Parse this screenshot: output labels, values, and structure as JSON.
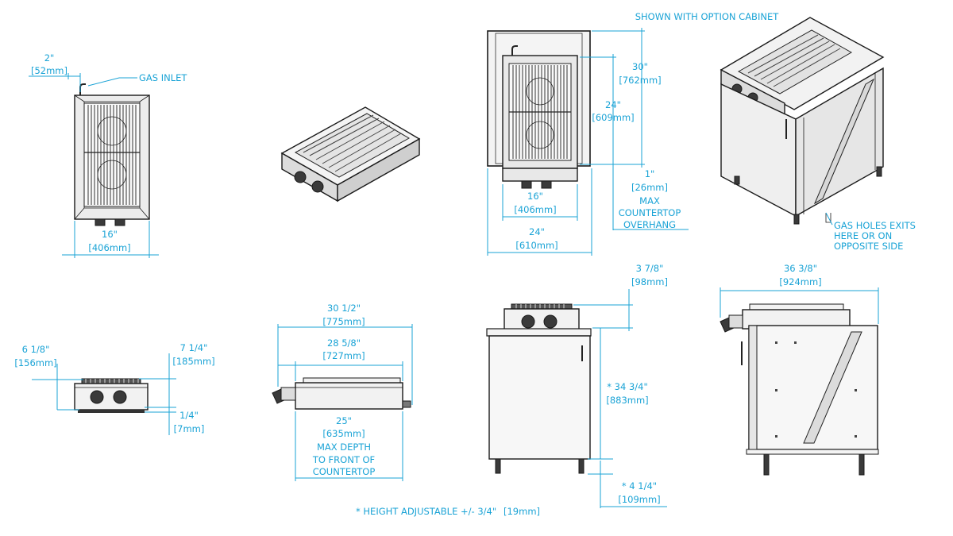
{
  "notes": {
    "shown_with": "SHOWN WITH OPTION CABINET",
    "gas_inlet": "GAS INLET",
    "gas_holes_1": "GAS HOLES EXITS",
    "gas_holes_2": "HERE OR ON",
    "gas_holes_3": "OPPOSITE SIDE",
    "max_overhang_1": "MAX",
    "max_overhang_2": "COUNTERTOP",
    "max_overhang_3": "OVERHANG",
    "max_depth_1": "MAX DEPTH",
    "max_depth_2": "TO FRONT OF",
    "max_depth_3": "COUNTERTOP",
    "height_adjustable": "*  HEIGHT ADJUSTABLE +/- 3/4\"",
    "height_adjustable_mm": "[19mm]"
  },
  "dims": {
    "top_inlet_in": "2\"",
    "top_inlet_mm": "[52mm]",
    "top_width_in": "16\"",
    "top_width_mm": "[406mm]",
    "cab_30_in": "30\"",
    "cab_30_mm": "[762mm]",
    "cab_24_in": "24\"",
    "cab_24_mm": "[609mm]",
    "cab_1_in": "1\"",
    "cab_1_mm": "[26mm]",
    "cab_16_in": "16\"",
    "cab_16_mm": "[406mm]",
    "cab_24w_in": "24\"",
    "cab_24w_mm": "[610mm]",
    "front_618_in": "6 1/8\"",
    "front_618_mm": "[156mm]",
    "front_714_in": "7 1/4\"",
    "front_714_mm": "[185mm]",
    "front_14_in": "1/4\"",
    "front_14_mm": "[7mm]",
    "side_3012_in": "30 1/2\"",
    "side_3012_mm": "[775mm]",
    "side_2858_in": "28 5/8\"",
    "side_2858_mm": "[727mm]",
    "side_25_in": "25\"",
    "side_25_mm": "[635mm]",
    "cf_378_in": "3 7/8\"",
    "cf_378_mm": "[98mm]",
    "cf_3434_in": "*  34 3/4\"",
    "cf_3434_mm": "[883mm]",
    "cf_414_in": "*  4 1/4\"",
    "cf_414_mm": "[109mm]",
    "cs_3638_in": "36 3/8\"",
    "cs_3638_mm": "[924mm]"
  }
}
